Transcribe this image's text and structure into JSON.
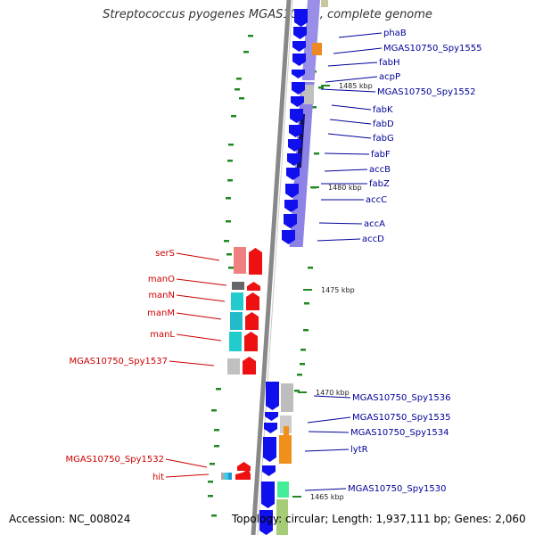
{
  "title": "Streptococcus pyogenes MGAS10750, complete genome",
  "footer": {
    "accession": "Accession: NC_008024",
    "topology": "Topology: circular; Length: 1,937,111 bp; Genes: 2,060"
  },
  "tick_labels": [
    "1485 kbp",
    "1480 kbp",
    "1475 kbp",
    "1470 kbp",
    "1465 kbp"
  ],
  "right_genes": [
    "phaB",
    "MGAS10750_Spy1555",
    "fabH",
    "acpP",
    "MGAS10750_Spy1552",
    "fabK",
    "fabD",
    "fabG",
    "fabF",
    "accB",
    "fabZ",
    "accC",
    "accA",
    "accD",
    "MGAS10750_Spy1536",
    "MGAS10750_Spy1535",
    "MGAS10750_Spy1534",
    "lytR",
    "MGAS10750_Spy1530"
  ],
  "left_genes": [
    "serS",
    "manO",
    "manN",
    "manM",
    "manL",
    "MGAS10750_Spy1537",
    "MGAS10750_Spy1532",
    "hit"
  ],
  "colors": {
    "forward_gene": "#1010ee",
    "reverse_gene": "#ee1111",
    "right_label": "#000099",
    "left_label": "#cc0000",
    "backbone": "#888888",
    "gc_plot": "#228822"
  }
}
